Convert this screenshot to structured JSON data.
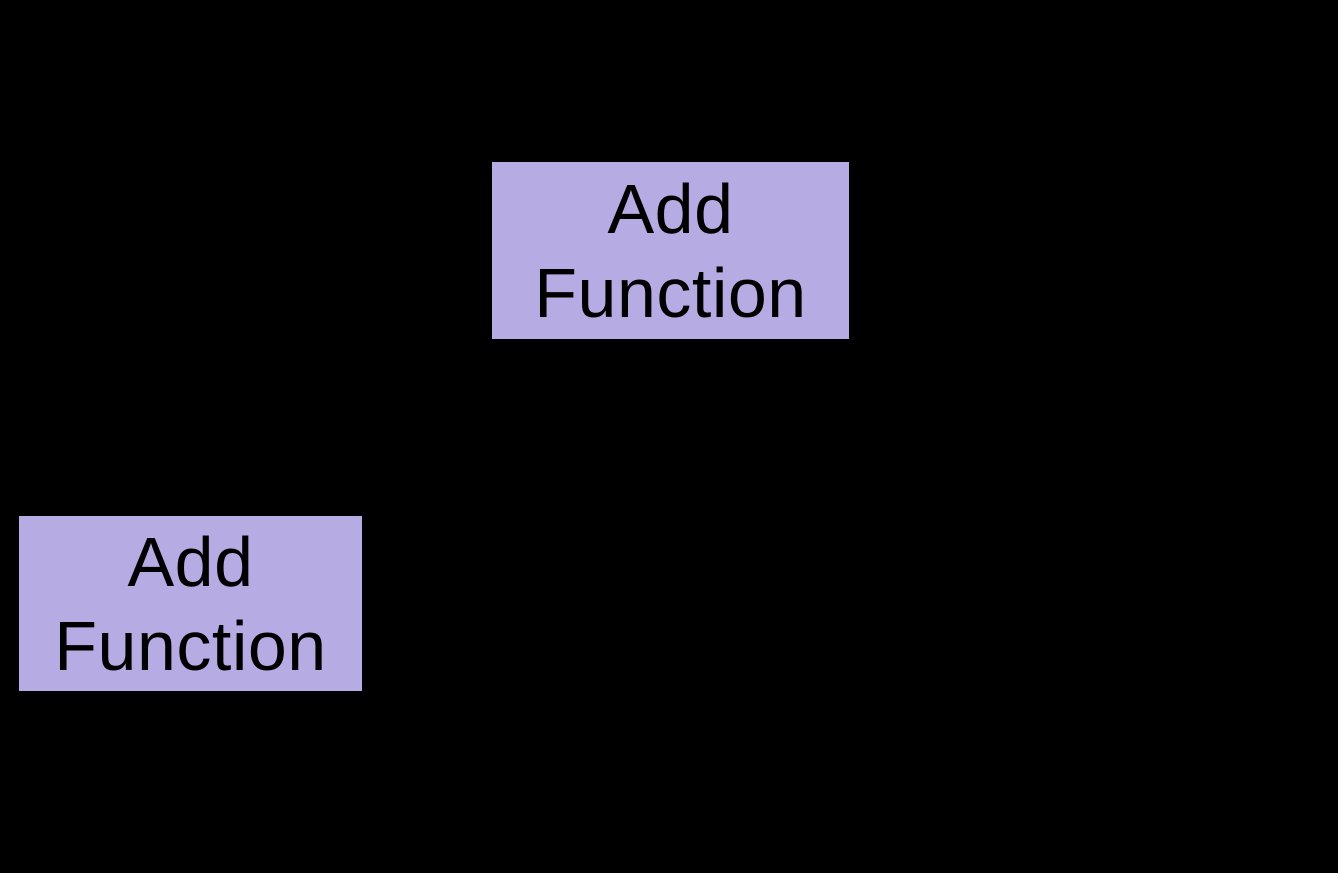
{
  "diagram": {
    "boxes": [
      {
        "id": "add-function-call-upper",
        "label": "Add\nFunction"
      },
      {
        "id": "add-function-call-lower",
        "label": "Add\nFunction"
      }
    ]
  },
  "colors": {
    "background": "#000000",
    "box_fill": "#b6abe3",
    "box_text": "#000000"
  }
}
